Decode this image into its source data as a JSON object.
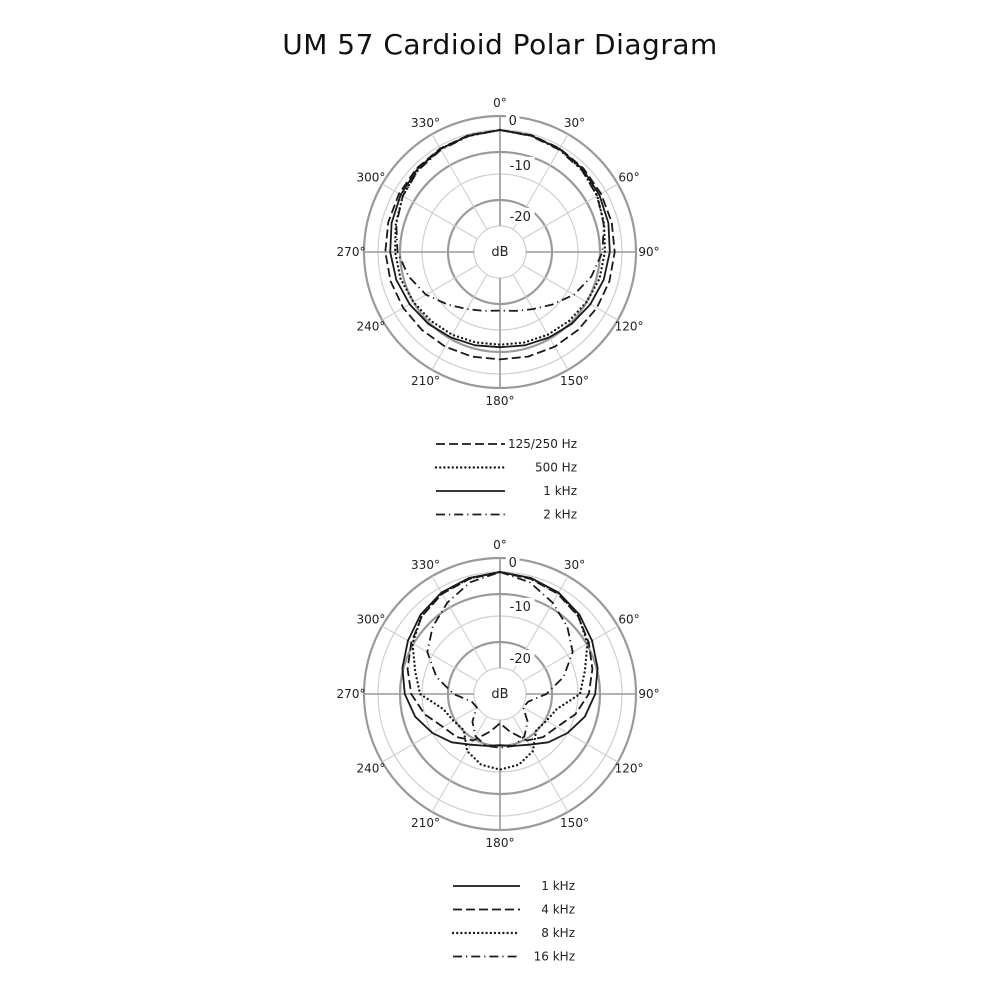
{
  "page": {
    "title": "UM 57 Cardioid Polar Diagram"
  },
  "chart_data": [
    {
      "type": "polar",
      "angle_labels": [
        "0°",
        "30°",
        "60°",
        "90°",
        "120°",
        "150°",
        "180°",
        "210°",
        "240°",
        "270°",
        "300°",
        "330°"
      ],
      "ring_labels": [
        "0",
        "-10",
        "-20",
        "dB"
      ],
      "r_range_db": [
        -25,
        0
      ],
      "grid": true,
      "theta_deg": [
        0,
        15,
        30,
        45,
        60,
        75,
        90,
        105,
        120,
        135,
        150,
        165,
        180
      ],
      "series": [
        {
          "name": "125/250 Hz",
          "style": "dashed",
          "gain_db": [
            0,
            -0.2,
            -0.5,
            -0.8,
            -1.1,
            -1.3,
            -1.5,
            -1.8,
            -2.1,
            -2.4,
            -2.6,
            -2.8,
            -3
          ]
        },
        {
          "name": "500 Hz",
          "style": "dotted",
          "gain_db": [
            0,
            -0.3,
            -0.6,
            -1.2,
            -2,
            -2.9,
            -3.5,
            -3.9,
            -4.5,
            -5,
            -5.4,
            -5.8,
            -6
          ]
        },
        {
          "name": "1 kHz",
          "style": "solid",
          "gain_db": [
            0,
            -0.3,
            -0.6,
            -1,
            -1.5,
            -2,
            -2.5,
            -3,
            -3.6,
            -4.2,
            -4.8,
            -5.2,
            -5.5
          ]
        },
        {
          "name": "2 kHz",
          "style": "dashdot",
          "gain_db": [
            0,
            -0.4,
            -0.8,
            -1.3,
            -2,
            -3,
            -4,
            -5.6,
            -7.5,
            -9.8,
            -11.5,
            -12.5,
            -13
          ]
        }
      ]
    },
    {
      "type": "polar",
      "angle_labels": [
        "0°",
        "30°",
        "60°",
        "90°",
        "120°",
        "150°",
        "180°",
        "210°",
        "240°",
        "270°",
        "300°",
        "330°"
      ],
      "ring_labels": [
        "0",
        "-10",
        "-20",
        "dB"
      ],
      "r_range_db": [
        -25,
        0
      ],
      "grid": true,
      "theta_deg": [
        0,
        15,
        30,
        45,
        60,
        75,
        90,
        105,
        120,
        135,
        150,
        165,
        180
      ],
      "series": [
        {
          "name": "1 kHz",
          "style": "solid",
          "gain_db": [
            0,
            -0.4,
            -1,
            -2,
            -3.2,
            -4.3,
            -5.5,
            -7,
            -9,
            -11,
            -13,
            -14,
            -14.5
          ]
        },
        {
          "name": "4 kHz",
          "style": "dashed",
          "gain_db": [
            0,
            -0.6,
            -1.3,
            -2.4,
            -4,
            -5.4,
            -6.8,
            -9,
            -11.5,
            -12.5,
            -14,
            -17,
            -19
          ]
        },
        {
          "name": "8 kHz",
          "style": "dotted",
          "gain_db": [
            0,
            -0.5,
            -1.1,
            -2.3,
            -4.3,
            -7,
            -8.6,
            -13,
            -14,
            -14.5,
            -11.5,
            -10,
            -9.5
          ]
        },
        {
          "name": "16 kHz",
          "style": "dashdot",
          "gain_db": [
            0,
            -1.3,
            -3.4,
            -5.5,
            -7.8,
            -11.5,
            -15.5,
            -19,
            -19.5,
            -17,
            -15,
            -14,
            -14
          ]
        }
      ]
    }
  ]
}
